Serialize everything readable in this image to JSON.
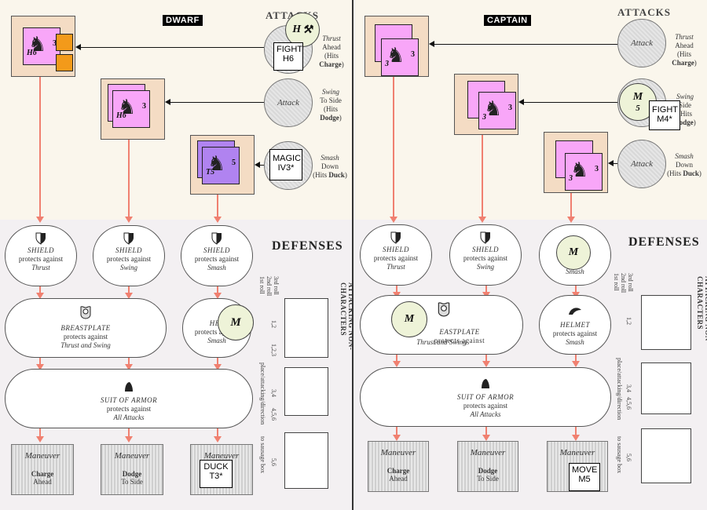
{
  "panels": [
    {
      "character": "DWARF",
      "attacks_title": "ATTACKS",
      "defenses_title": "DEFENSES",
      "side_title": "ATTACKING NON-CHARACTERS",
      "roll_labels": [
        "1st roll",
        "2nd roll",
        "3rd roll"
      ],
      "roll_values": [
        "1,2",
        "1,2,3",
        "3,4",
        "4,5,6",
        "5,6"
      ],
      "side_text": "place/attacking/direction",
      "side_text2": "to sausage box",
      "attacks": [
        {
          "circle": "",
          "line1": "Thrust",
          "line2": "Ahead",
          "line3": "(Hits ",
          "bold": "Charge",
          "end": ")"
        },
        {
          "circle": "Attack",
          "line1": "Swing",
          "line2": "To Side",
          "line3": "(Hits ",
          "bold": "Dodge",
          "end": ")"
        },
        {
          "circle": "",
          "line1": "Smash",
          "line2": "Down",
          "line3": "(Hits ",
          "bold": "Duck",
          "end": ")"
        }
      ],
      "shields": [
        {
          "title": "SHIELD",
          "mid": "protects against",
          "target": "Thrust"
        },
        {
          "title": "SHIELD",
          "mid": "protects against",
          "target": "Swing"
        },
        {
          "title": "SHIELD",
          "mid": "protects against",
          "target": "Smash"
        }
      ],
      "breastplate": {
        "title": "BREASTPLATE",
        "mid": "protects against",
        "target": "Thrust and Swing"
      },
      "helmet": {
        "title": "HEL",
        "mid": "protects against",
        "target": "Smash"
      },
      "armor": {
        "title": "SUIT OF ARMOR",
        "mid": "protects against",
        "target": "All Attacks"
      },
      "maneuvers": [
        {
          "title": "Maneuver",
          "name": "Charge",
          "sub": "Ahead"
        },
        {
          "title": "Maneuver",
          "name": "Dodge",
          "sub": "To Side"
        },
        {
          "title": "Maneuver",
          "name": "",
          "sub": ""
        }
      ],
      "chits": [
        {
          "label": "H6",
          "num": "3"
        },
        {
          "label": "H6",
          "num": "3"
        },
        {
          "label": "T5",
          "num": "5"
        }
      ],
      "counters": [
        {
          "l1": "FIGHT",
          "l2": "H6"
        },
        {
          "l1": "MAGIC",
          "l2": "IV3*"
        },
        {
          "l1": "DUCK",
          "l2": "T3*"
        }
      ],
      "tokens": [
        {
          "letter": "H"
        },
        {
          "letter": "M"
        }
      ]
    },
    {
      "character": "CAPTAIN",
      "attacks_title": "ATTACKS",
      "defenses_title": "DEFENSES",
      "side_title": "ATTACKING NON-CHARACTERS",
      "roll_labels": [
        "1st roll",
        "2nd roll",
        "3rd roll"
      ],
      "roll_values": [
        "1,2",
        "3,4",
        "4,5,6",
        "5,6"
      ],
      "side_text": "place/attacking/direction",
      "side_text2": "to sausage box",
      "attacks": [
        {
          "circle": "Attack",
          "line1": "Thrust",
          "line2": "Ahead",
          "line3": "(Hits ",
          "bold": "Charge",
          "end": ")"
        },
        {
          "circle": "",
          "line1": "Swing",
          "line2": "Side",
          "line3": "(Hits ",
          "bold": "Dodge",
          "end": ")"
        },
        {
          "circle": "Attack",
          "line1": "Smash",
          "line2": "Down",
          "line3": "(Hits ",
          "bold": "Duck",
          "end": ")"
        }
      ],
      "shields": [
        {
          "title": "SHIELD",
          "mid": "protects against",
          "target": "Thrust"
        },
        {
          "title": "SHIELD",
          "mid": "protects against",
          "target": "Swing"
        },
        {
          "title": "",
          "mid": "",
          "target": "Smash"
        }
      ],
      "breastplate": {
        "title": "EASTPLATE",
        "mid": "protects against",
        "target": "Thrust and Swing"
      },
      "helmet": {
        "title": "HELMET",
        "mid": "protects against",
        "target": "Smash"
      },
      "armor": {
        "title": "SUIT OF ARMOR",
        "mid": "protects against",
        "target": "All Attacks"
      },
      "maneuvers": [
        {
          "title": "Maneuver",
          "name": "Charge",
          "sub": "Ahead"
        },
        {
          "title": "Maneuver",
          "name": "Dodge",
          "sub": "To Side"
        },
        {
          "title": "Maneuver",
          "name": "",
          "sub": ""
        }
      ],
      "chits": [
        {
          "label": "3",
          "num": "3"
        },
        {
          "label": "3",
          "num": "3"
        },
        {
          "label": "3",
          "num": "3"
        }
      ],
      "counters": [
        {
          "l1": "FIGHT",
          "l2": "M4*"
        },
        {
          "l1": "MOVE",
          "l2": "M5"
        }
      ],
      "tokens": [
        {
          "letter": "M",
          "num": "5"
        },
        {
          "letter": "M"
        },
        {
          "letter": "M"
        }
      ]
    }
  ]
}
